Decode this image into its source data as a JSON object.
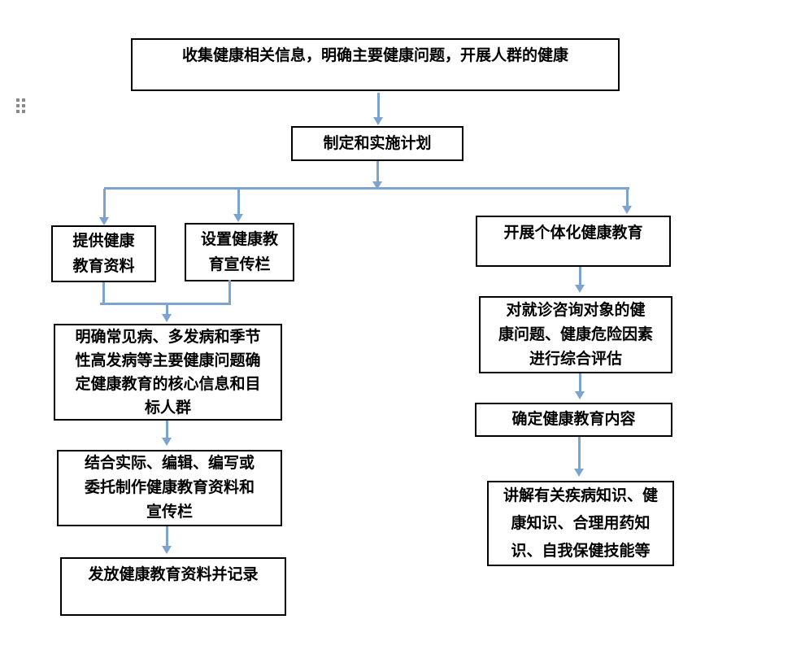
{
  "page": {
    "kind": "document-flowchart",
    "background": "#ffffff"
  },
  "colors": {
    "connector": "#7da3d0",
    "box_border": "#000000",
    "text": "#000000",
    "handle": "#8a8a8a",
    "page_bg": "#ffffff"
  },
  "drag_handle": {
    "icon": "six-dot-drag-handle"
  },
  "flowchart": {
    "nodes": {
      "collect": {
        "text": "收集健康相关信息，明确主要健康问题，开展人群的健康",
        "lines": [
          "收集健康相关信息，明确主要健康问题，开展人群的健康"
        ]
      },
      "plan": {
        "text": "制定和实施计划",
        "lines": [
          "制定和实施计划"
        ]
      },
      "provide_materials": {
        "text": "提供健康教育资料",
        "lines": [
          "提供健康",
          "教育资料"
        ]
      },
      "bulletin_board": {
        "text": "设置健康教育宣传栏",
        "lines": [
          "设置健康教",
          "育宣传栏"
        ]
      },
      "identify_problems": {
        "text": "明确常见病、多发病和季节性高发病等主要健康问题确定健康教育的核心信息和目标人群",
        "lines": [
          "明确常见病、多发病和季节",
          "性高发病等主要健康问题确",
          "定健康教育的核心信息和目",
          "标人群"
        ]
      },
      "compile_materials": {
        "text": "结合实际、编辑、编写或委托制作健康教育资料和宣传栏",
        "lines": [
          "结合实际、编辑、编写或",
          "委托制作健康教育资料和",
          "宣传栏"
        ]
      },
      "distribute_record": {
        "text": "发放健康教育资料并记录",
        "lines": [
          "发放健康教育资料并记录"
        ]
      },
      "individual_education": {
        "text": "开展个体化健康教育",
        "lines": [
          "开展个体化健康教育"
        ]
      },
      "assessment": {
        "text": "对就诊咨询对象的健康问题、健康危险因素进行综合评估",
        "lines": [
          "对就诊咨询对象的健",
          "康问题、健康危险因素",
          "进行综合评估"
        ]
      },
      "determine_content": {
        "text": "确定健康教育内容",
        "lines": [
          "确定健康教育内容"
        ]
      },
      "explain_knowledge": {
        "text": "讲解有关疾病知识、健康知识、合理用药知识、自我保健技能等",
        "lines": [
          "讲解有关疾病知识、健",
          "康知识、合理用药知",
          "识、自我保健技能等"
        ]
      }
    }
  }
}
